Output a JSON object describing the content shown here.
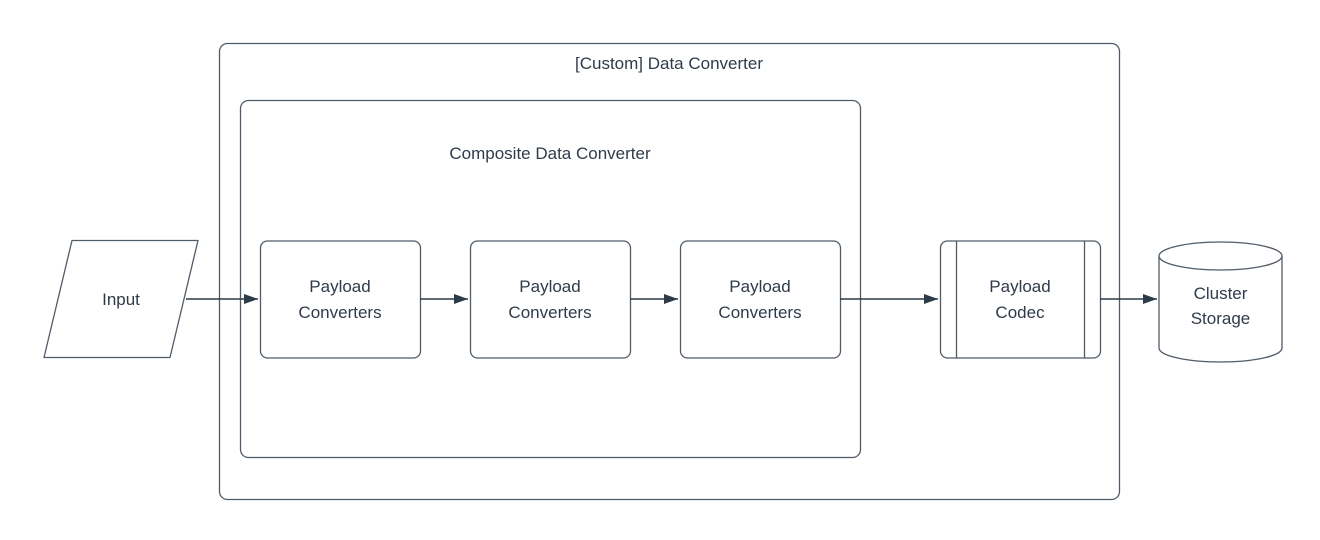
{
  "diagram": {
    "containers": {
      "outer": {
        "label": "[Custom] Data Converter"
      },
      "inner": {
        "label": "Composite Data Converter"
      }
    },
    "nodes": {
      "input": {
        "label": "Input",
        "shape": "parallelogram"
      },
      "converter_1": {
        "label": "Payload Converters",
        "shape": "rounded-rectangle"
      },
      "converter_2": {
        "label": "Payload Converters",
        "shape": "rounded-rectangle"
      },
      "converter_3": {
        "label": "Payload Converters",
        "shape": "rounded-rectangle"
      },
      "codec": {
        "label": "Payload Codec",
        "shape": "predefined-process"
      },
      "storage": {
        "label": "Cluster Storage",
        "shape": "cylinder"
      }
    },
    "edges": [
      {
        "from": "input",
        "to": "converter_1"
      },
      {
        "from": "converter_1",
        "to": "converter_2"
      },
      {
        "from": "converter_2",
        "to": "converter_3"
      },
      {
        "from": "converter_3",
        "to": "codec"
      },
      {
        "from": "codec",
        "to": "storage"
      }
    ],
    "colors": {
      "background": "#ffffff",
      "node_stroke": "#505c69",
      "arrow": "#2d3a47",
      "text": "#2f3b4a"
    }
  }
}
